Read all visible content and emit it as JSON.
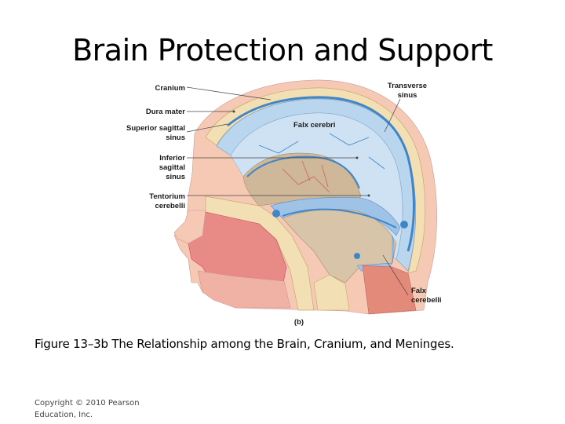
{
  "slide": {
    "title": "Brain Protection and Support",
    "caption": "Figure 13–3b The Relationship among the Brain, Cranium, and Meninges.",
    "copyright_line1": "Copyright © 2010 Pearson",
    "copyright_line2": "Education, Inc."
  },
  "figure": {
    "panel_label": "(b)",
    "labels": {
      "cranium": "Cranium",
      "dura_mater": "Dura mater",
      "superior_sagittal_1": "Superior sagittal",
      "superior_sagittal_2": "sinus",
      "inferior_sagittal_1": "Inferior",
      "inferior_sagittal_2": "sagittal",
      "inferior_sagittal_3": "sinus",
      "tentorium_1": "Tentorium",
      "tentorium_2": "cerebelli",
      "transverse_1": "Transverse",
      "transverse_2": "sinus",
      "falx_cerebri": "Falx cerebri",
      "falx_cerebelli_1": "Falx",
      "falx_cerebelli_2": "cerebelli"
    },
    "colors": {
      "bone": "#f3dfb4",
      "skin": "#f6c9b4",
      "dura": "#b9d6ee",
      "sinus": "#3f86c8",
      "brain": "#cfb79a",
      "nasal": "#e88a86",
      "muscle": "#e48a7a"
    }
  }
}
